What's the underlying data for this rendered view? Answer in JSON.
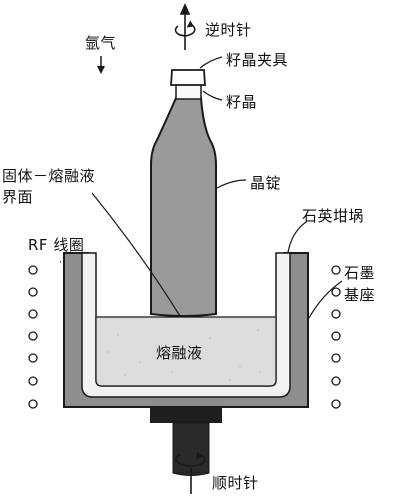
{
  "labels": {
    "counterclockwise": "逆时针",
    "argon": "氩气",
    "seed_holder": "籽晶夹具",
    "seed": "籽晶",
    "ingot": "晶锭",
    "interface_line1": "固体－熔融液",
    "interface_line2": "界面",
    "quartz_crucible": "石英坩埚",
    "rf_coil": "RF 线圈",
    "graphite_line1": "石墨",
    "graphite_line2": "基座",
    "melt": "熔融液",
    "clockwise": "顺时针"
  },
  "colors": {
    "line": "#1a1a1a",
    "graphite": "#8e8e8e",
    "quartz": "#f2f2f2",
    "melt": "#dcdcdc",
    "ingot": "#9a9a9a",
    "shaft": "#2a2a2a"
  }
}
